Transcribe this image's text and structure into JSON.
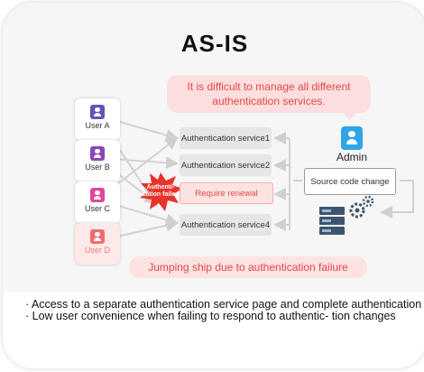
{
  "title": "AS-IS",
  "callout_top": "It is difficult to manage all different authentication services.",
  "users": [
    {
      "label": "User A",
      "color": "#6a4fb6"
    },
    {
      "label": "User B",
      "color": "#8a45b8"
    },
    {
      "label": "User C",
      "color": "#e0479a"
    },
    {
      "label": "User D",
      "color": "#f06c6c"
    }
  ],
  "services": [
    {
      "label": "Authentication service1"
    },
    {
      "label": "Authentication service2"
    },
    {
      "label": "Require renewal"
    },
    {
      "label": "Authentication service4"
    }
  ],
  "burst_text": "Authenti- cation failed",
  "admin": {
    "label": "Admin",
    "icon": "admin-icon",
    "color": "#2fa4e8"
  },
  "source_change": "Source code change",
  "server_icon": "server-gear-icon",
  "callout_bottom": "Jumping ship due to authentication failure",
  "notes": [
    "· Access to a separate authentication service page and complete authentication",
    "· Low user convenience when failing to respond to authentic- tion changes"
  ],
  "colors": {
    "alert": "#e04848",
    "alert_bg": "#fde2e2",
    "panel": "#f6f6f6",
    "accent": "#2fa4e8"
  }
}
